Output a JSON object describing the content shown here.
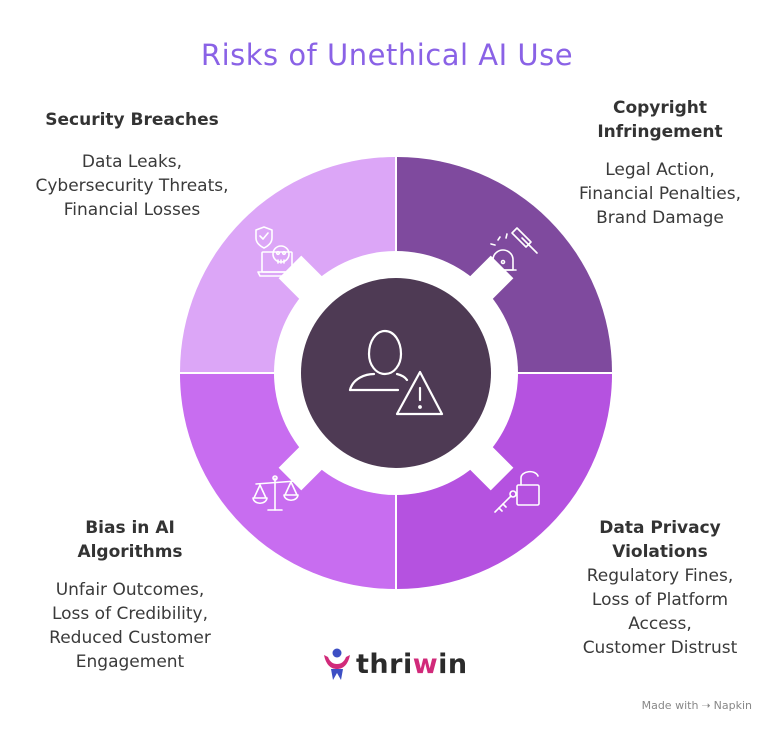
{
  "title": "Risks of Unethical AI Use",
  "segments": [
    {
      "id": "security",
      "heading": "Security Breaches",
      "lines": [
        "Data Leaks,",
        "Cybersecurity Threats,",
        "Financial Losses"
      ],
      "color": "#dca6f7",
      "icon": "security-breach-icon"
    },
    {
      "id": "copyright",
      "heading_lines": [
        "Copyright",
        "Infringement"
      ],
      "lines": [
        "Legal Action,",
        "Financial Penalties,",
        "Brand Damage"
      ],
      "color": "#7f4a9e",
      "icon": "gavel-icon"
    },
    {
      "id": "privacy",
      "heading_lines": [
        "Data Privacy",
        "Violations"
      ],
      "lines": [
        "Regulatory Fines,",
        "Loss of Platform",
        "Access,",
        "Customer Distrust"
      ],
      "color": "#b552e0",
      "icon": "unlock-icon"
    },
    {
      "id": "bias",
      "heading_lines": [
        "Bias in AI",
        "Algorithms"
      ],
      "lines": [
        "Unfair Outcomes,",
        "Loss of Credibility,",
        "Reduced Customer",
        "Engagement"
      ],
      "color": "#c86df0",
      "icon": "scale-icon"
    }
  ],
  "center": {
    "color": "#4e3a54",
    "icon": "user-warning-icon"
  },
  "logo": {
    "prefix": "thri",
    "accent": "w",
    "suffix": "in"
  },
  "footer": {
    "made_with": "Made with",
    "brand": "Napkin"
  }
}
